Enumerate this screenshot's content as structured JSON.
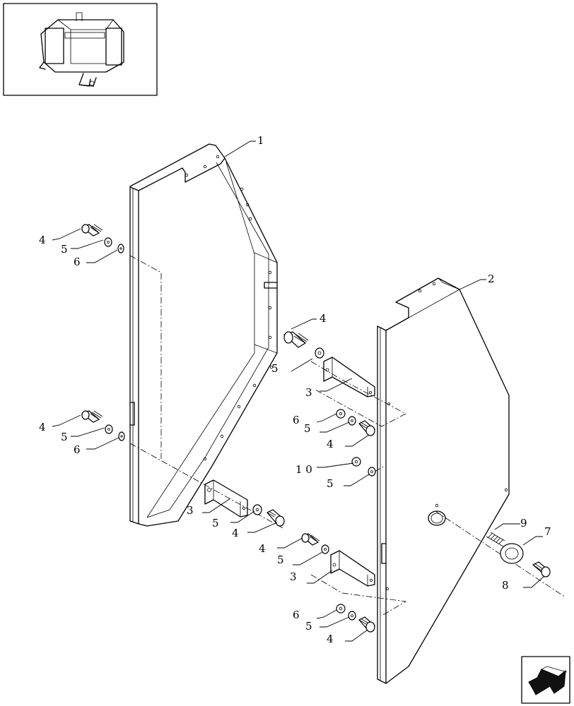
{
  "colors": {
    "line": "#000000",
    "background": "#ffffff"
  },
  "icons": {
    "thumbnail": "baler-thumbnail-icon",
    "nav": "next-page-arrow-icon"
  },
  "callouts": [
    {
      "id": "c1",
      "text": "1"
    },
    {
      "id": "c2",
      "text": "2"
    },
    {
      "id": "c3",
      "text": "4"
    },
    {
      "id": "c4",
      "text": "5"
    },
    {
      "id": "c5",
      "text": "6"
    },
    {
      "id": "c6",
      "text": "4"
    },
    {
      "id": "c7",
      "text": "5"
    },
    {
      "id": "c8",
      "text": "6"
    },
    {
      "id": "c9",
      "text": "4"
    },
    {
      "id": "c10",
      "text": "5"
    },
    {
      "id": "c11",
      "text": "3"
    },
    {
      "id": "c12",
      "text": "6"
    },
    {
      "id": "c13",
      "text": "5"
    },
    {
      "id": "c14",
      "text": "4"
    },
    {
      "id": "c15",
      "text": "1 0"
    },
    {
      "id": "c16",
      "text": "5"
    },
    {
      "id": "c17",
      "text": "3"
    },
    {
      "id": "c18",
      "text": "5"
    },
    {
      "id": "c19",
      "text": "4"
    },
    {
      "id": "c20",
      "text": "4"
    },
    {
      "id": "c21",
      "text": "5"
    },
    {
      "id": "c22",
      "text": "3"
    },
    {
      "id": "c23",
      "text": "9"
    },
    {
      "id": "c24",
      "text": "7"
    },
    {
      "id": "c25",
      "text": "8"
    },
    {
      "id": "c26",
      "text": "6"
    },
    {
      "id": "c27",
      "text": "5"
    },
    {
      "id": "c28",
      "text": "4"
    }
  ]
}
